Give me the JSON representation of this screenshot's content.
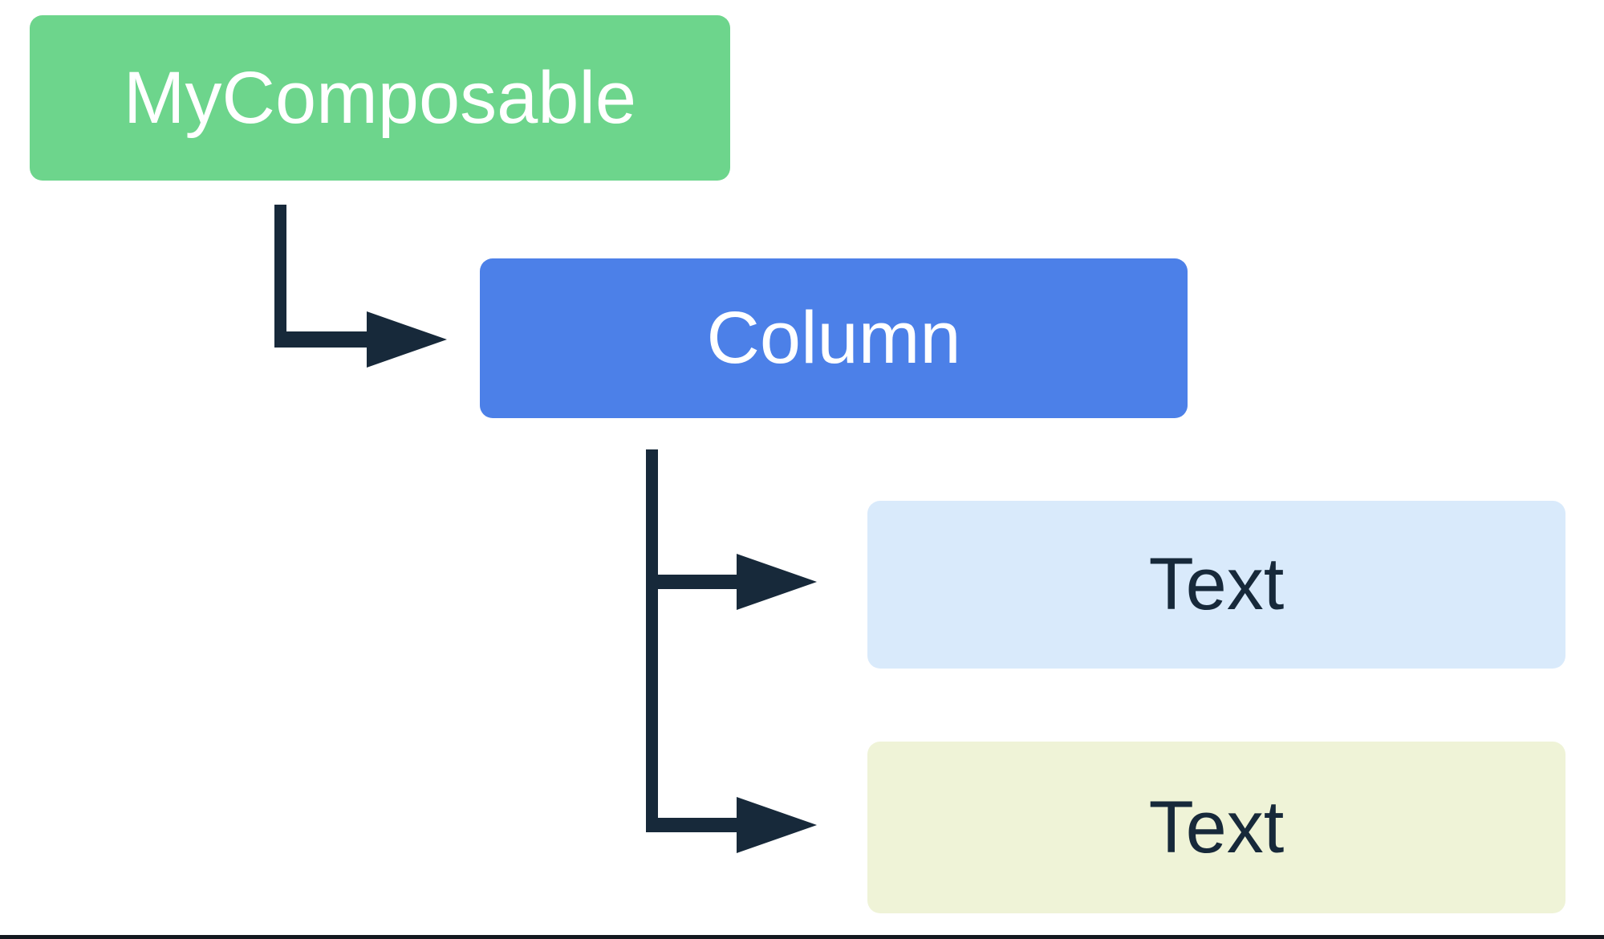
{
  "diagram": {
    "kind": "compose-ui-hierarchy-tree",
    "nodes": [
      {
        "id": "mycomposable",
        "label": "MyComposable",
        "bg": "#6DD58C",
        "text_color": "#FFFFFF"
      },
      {
        "id": "column",
        "label": "Column",
        "bg": "#4C80E8",
        "text_color": "#FFFFFF"
      },
      {
        "id": "text-1",
        "label": "Text",
        "bg": "#D9EAFB",
        "text_color": "#17293A"
      },
      {
        "id": "text-2",
        "label": "Text",
        "bg": "#EFF3D7",
        "text_color": "#17293A"
      }
    ],
    "edges": [
      {
        "from": "MyComposable",
        "to": "Column"
      },
      {
        "from": "Column",
        "to": "Text"
      },
      {
        "from": "Column",
        "to": "Text"
      }
    ]
  },
  "colors": {
    "arrow": "#17293A",
    "bottom_rule": "#14181F",
    "background": "#FFFFFF"
  }
}
